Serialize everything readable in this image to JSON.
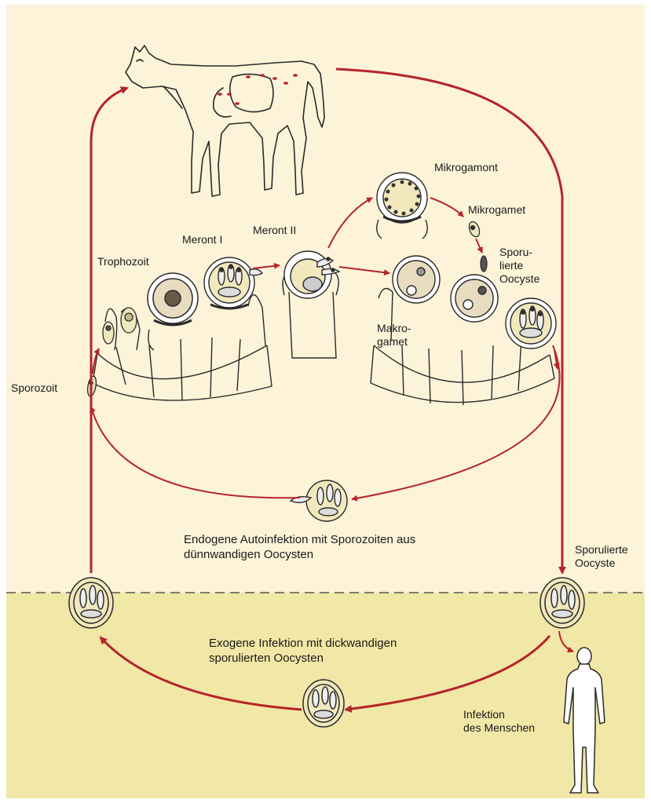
{
  "colors": {
    "upper_background": "#fcf3d9",
    "lower_background": "#f1e7a6",
    "arrow": "#b5242b",
    "outline": "#2a2a2a",
    "cyst_fill": "#f2e8bd"
  },
  "labels": {
    "mikrogamont": "Mikrogamont",
    "mikrogamet": "Mikrogamet",
    "meront_1": "Meront I",
    "meront_2": "Meront II",
    "trophozoit": "Trophozoit",
    "sporulierte_oocyste_inner": "Sporu-\nlierte\nOocyste",
    "makrogamet": "Makro-\ngamet",
    "sporozoit": "Sporozoit",
    "endogene": "Endogene Autoinfektion mit Sporozoiten aus\ndünnwandigen Oocysten",
    "sporulierte_oocyste_outer": "Sporulierte\nOocyste",
    "exogene": "Exogene Infektion mit dickwandigen\nsporulierten Oocysten",
    "infektion_menschen": "Infektion\ndes Menschen"
  },
  "icons": [
    "calf-icon",
    "human-icon",
    "oocyst-icon",
    "meront-icon",
    "gamont-icon",
    "sporozoite-icon"
  ]
}
